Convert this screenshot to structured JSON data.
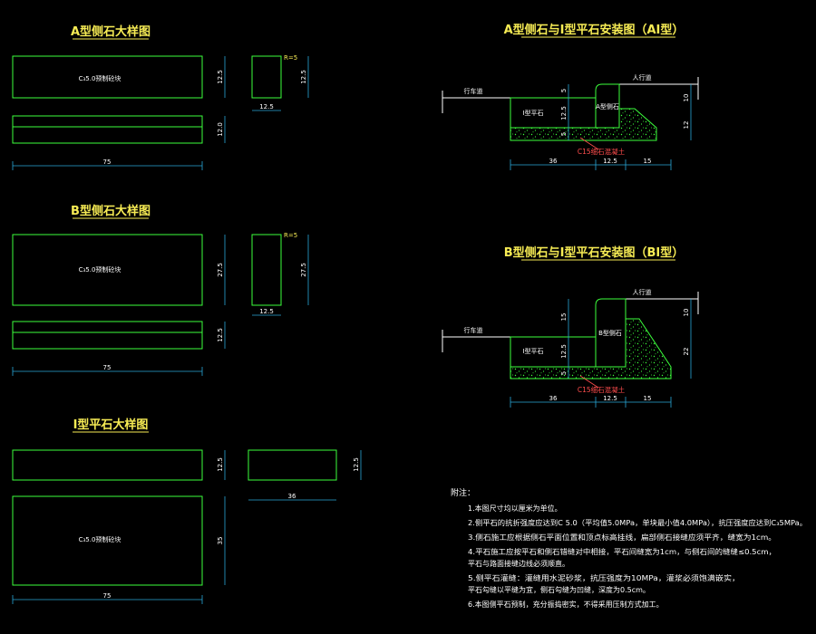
{
  "a_curb": {
    "title": "A型侧石大样图",
    "material": "C₃5.0预制砼块",
    "dims": {
      "length": "75",
      "h1": "12.5",
      "h2": "12.0",
      "w": "12.5",
      "mark": "R=5",
      "h_side": "12.5"
    }
  },
  "b_curb": {
    "title": "B型侧石大样图",
    "material": "C₃5.0预制砼块",
    "dims": {
      "length": "75",
      "h1": "27.5",
      "h2": "12.5",
      "w": "12.5",
      "mark": "R=5",
      "h_side": "27.5"
    }
  },
  "i_flat": {
    "title": "I型平石大样图",
    "material": "C₃5.0预制砼块",
    "dims": {
      "length": "75",
      "h1": "12.5",
      "depth": "36",
      "w": "36",
      "h_side": "12.5",
      "h_main": "35"
    }
  },
  "ai_install": {
    "title": "A型侧石与I型平石安装图（AI型）",
    "carriageway": "行车道",
    "sidewalk": "人行道",
    "flat_label": "I型平石",
    "curb_label": "A型侧石",
    "concrete": "C15细石混凝土",
    "dims": {
      "d1": "36",
      "d2": "12.5",
      "d3": "15",
      "v1": "10",
      "v2": "12",
      "v3": "12.5",
      "v4": "5",
      "v5": "5"
    }
  },
  "bi_install": {
    "title": "B型侧石与I型平石安装图（BI型）",
    "carriageway": "行车道",
    "sidewalk": "人行道",
    "flat_label": "I型平石",
    "curb_label": "B型侧石",
    "concrete": "C15细石混凝土",
    "dims": {
      "d1": "36",
      "d2": "12.5",
      "d3": "15",
      "v1": "10",
      "v2": "22",
      "v3": "12.5",
      "v4": "15",
      "v5": "5"
    }
  },
  "notes": {
    "heading": "附注：",
    "items": [
      "1.本图尺寸均以厘米为单位。",
      "2.侧平石的抗折强度应达到C 5.0（平均值5.0MPa，单块最小值4.0MPa），抗压强度应达到C₃5MPa。",
      "3.侧石施工应根据侧石平面位置和顶点标高挂线，扁部侧石接缝应须平齐，缝宽为1cm。",
      "4.平石施工应按平石和侧石错缝对中相接，平石间缝宽为1cm，与侧石间的缝缝≤0.5cm，",
      "  平石与路面接缝边线必须顺直。",
      "5.侧平石灌缝：灌缝用水泥砂浆，抗压强度为10MPa，灌浆必须饱满嵌实，",
      "  平石勾缝以平缝为宜，侧石勾缝为凹缝，深度为0.5cm。",
      "6.本图侧平石预制，充分振捣密实，不得采用压制方式加工。"
    ]
  }
}
